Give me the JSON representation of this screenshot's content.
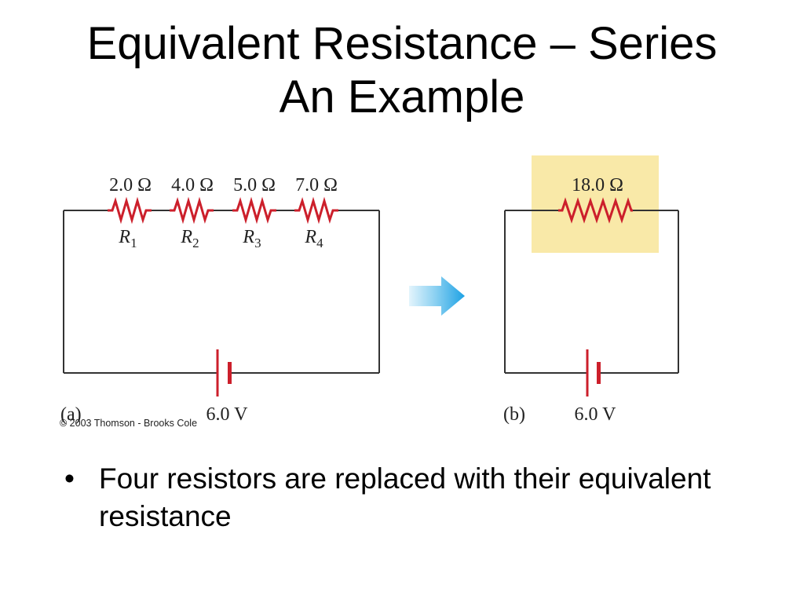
{
  "title": {
    "line1": "Equivalent Resistance – Series",
    "line2": "An Example"
  },
  "circuit_a": {
    "panel_label": "(a)",
    "battery_label": "6.0 V",
    "resistors": [
      {
        "value": "2.0 Ω",
        "symbol": "R",
        "subscript": "1"
      },
      {
        "value": "4.0 Ω",
        "symbol": "R",
        "subscript": "2"
      },
      {
        "value": "5.0 Ω",
        "symbol": "R",
        "subscript": "3"
      },
      {
        "value": "7.0 Ω",
        "symbol": "R",
        "subscript": "4"
      }
    ]
  },
  "circuit_b": {
    "panel_label": "(b)",
    "battery_label": "6.0 V",
    "resistor_value": "18.0 Ω",
    "highlight_color": "#f9e9a8"
  },
  "copyright": "© 2003 Thomson - Brooks Cole",
  "arrow_icon": "right-arrow-icon",
  "colors": {
    "resistor": "#cc1f2b",
    "battery_short_plate": "#cc1f2b",
    "wire": "#333333",
    "arrow": "#2aa7e6"
  },
  "bullets": [
    {
      "text": "Four resistors are replaced with their equivalent resistance"
    }
  ]
}
